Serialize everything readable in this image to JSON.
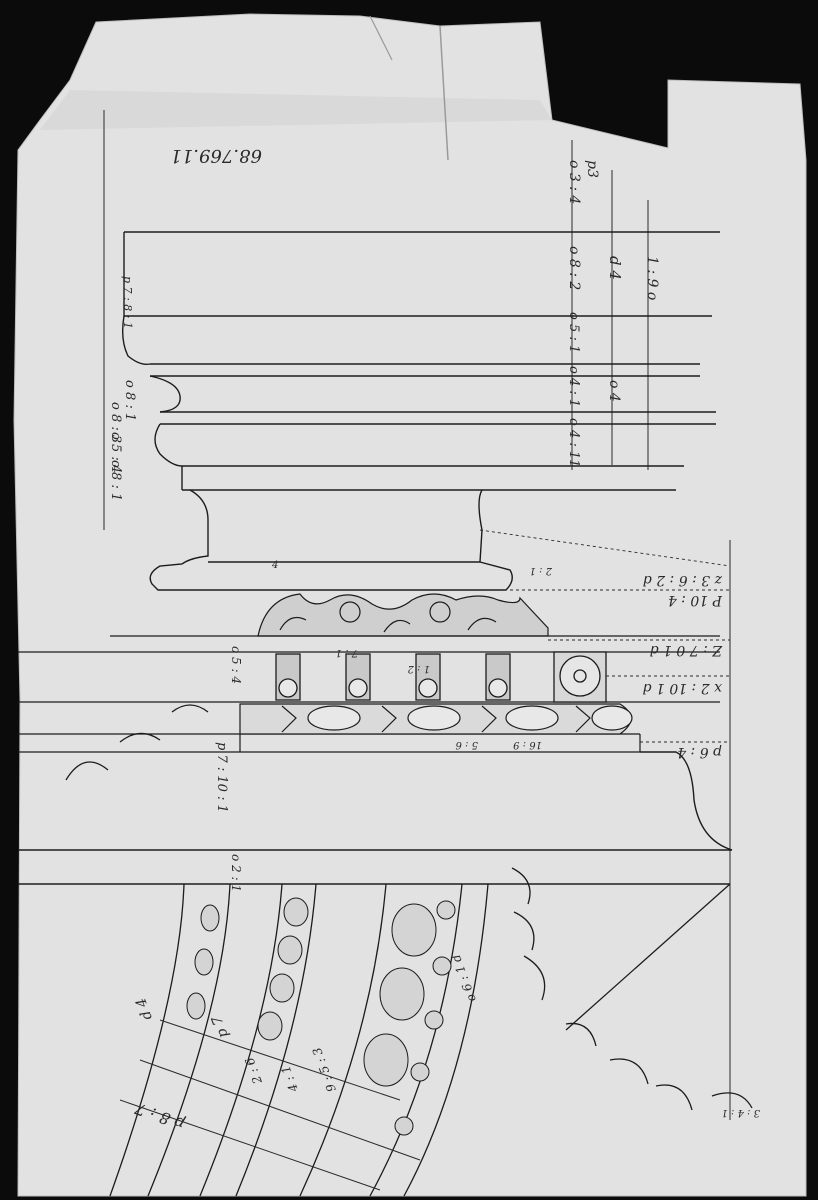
{
  "drawing": {
    "inventory_number": "68.769.11",
    "colors": {
      "background": "#0b0b0b",
      "paper": "#e4e4e4",
      "paper_shadow": "#cfcfcf",
      "ink": "#1c1c1c",
      "light_ink": "#4a4a4a"
    },
    "annotations": {
      "right_column": [
        "p3",
        "o 3 : 4",
        "o 8 : 2",
        "o 5 : 1",
        "o 4 : 1",
        "o 4 : 11",
        "d 4",
        "o 4",
        "1 : 9 o"
      ],
      "left_column": [
        "o 8 : 1",
        "o 8 : 3",
        "o 5 : 4",
        "o 8 : 1",
        "p 7 : 10 : 1",
        "o 5 : 4",
        "o 2 : 1"
      ],
      "lower_right": [
        "z 3 : 6 : 2 d",
        "P 10 : 4",
        "Z : 7 0 1 d",
        "x 2 : 10 1 d",
        "p 6 : 4"
      ],
      "small_labels": [
        "7 : 1",
        "1 : 2",
        "4",
        "5 : 6",
        "16 : 9",
        "2 : 1",
        "p 7 : 8 : 1",
        "3 : 4 : 1"
      ],
      "curved": [
        "p 8 : 7",
        "p 7",
        "2 : 6",
        "4 : 1",
        "d 4",
        "9 : 5 : 3",
        "o 6 : 1 d"
      ]
    }
  }
}
